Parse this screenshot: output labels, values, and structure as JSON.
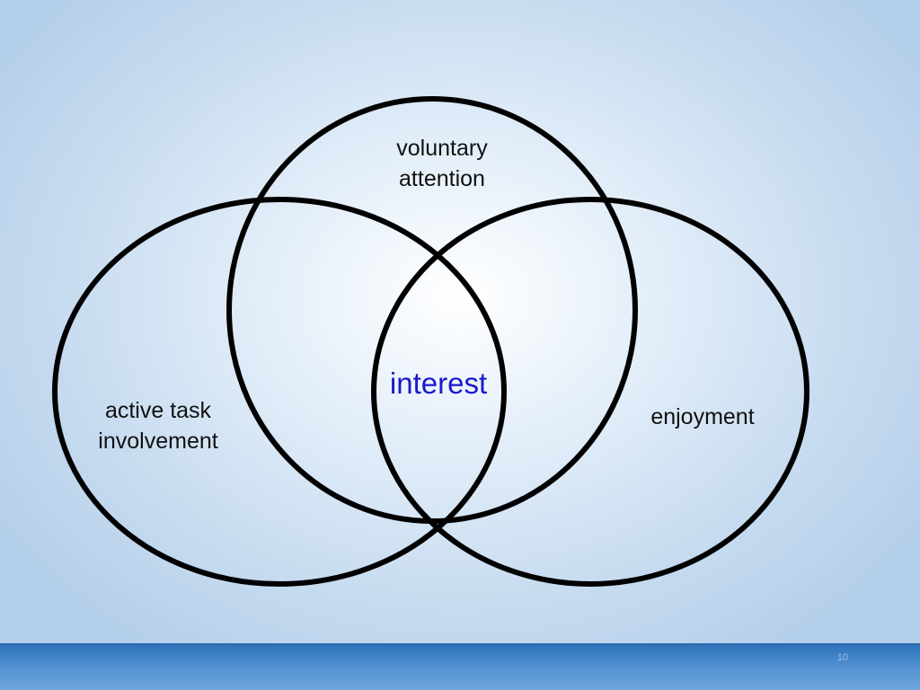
{
  "diagram": {
    "circles": [
      {
        "id": "top",
        "label_lines": [
          "voluntary",
          "attention"
        ]
      },
      {
        "id": "left",
        "label_lines": [
          "active task",
          "involvement"
        ]
      },
      {
        "id": "right",
        "label_lines": [
          "enjoyment"
        ]
      }
    ],
    "center_label": "interest",
    "center_color": "#1a1acc",
    "stroke_color": "#000000"
  },
  "footer": {
    "page_number": "10",
    "bar_color": "#3f82c7"
  }
}
